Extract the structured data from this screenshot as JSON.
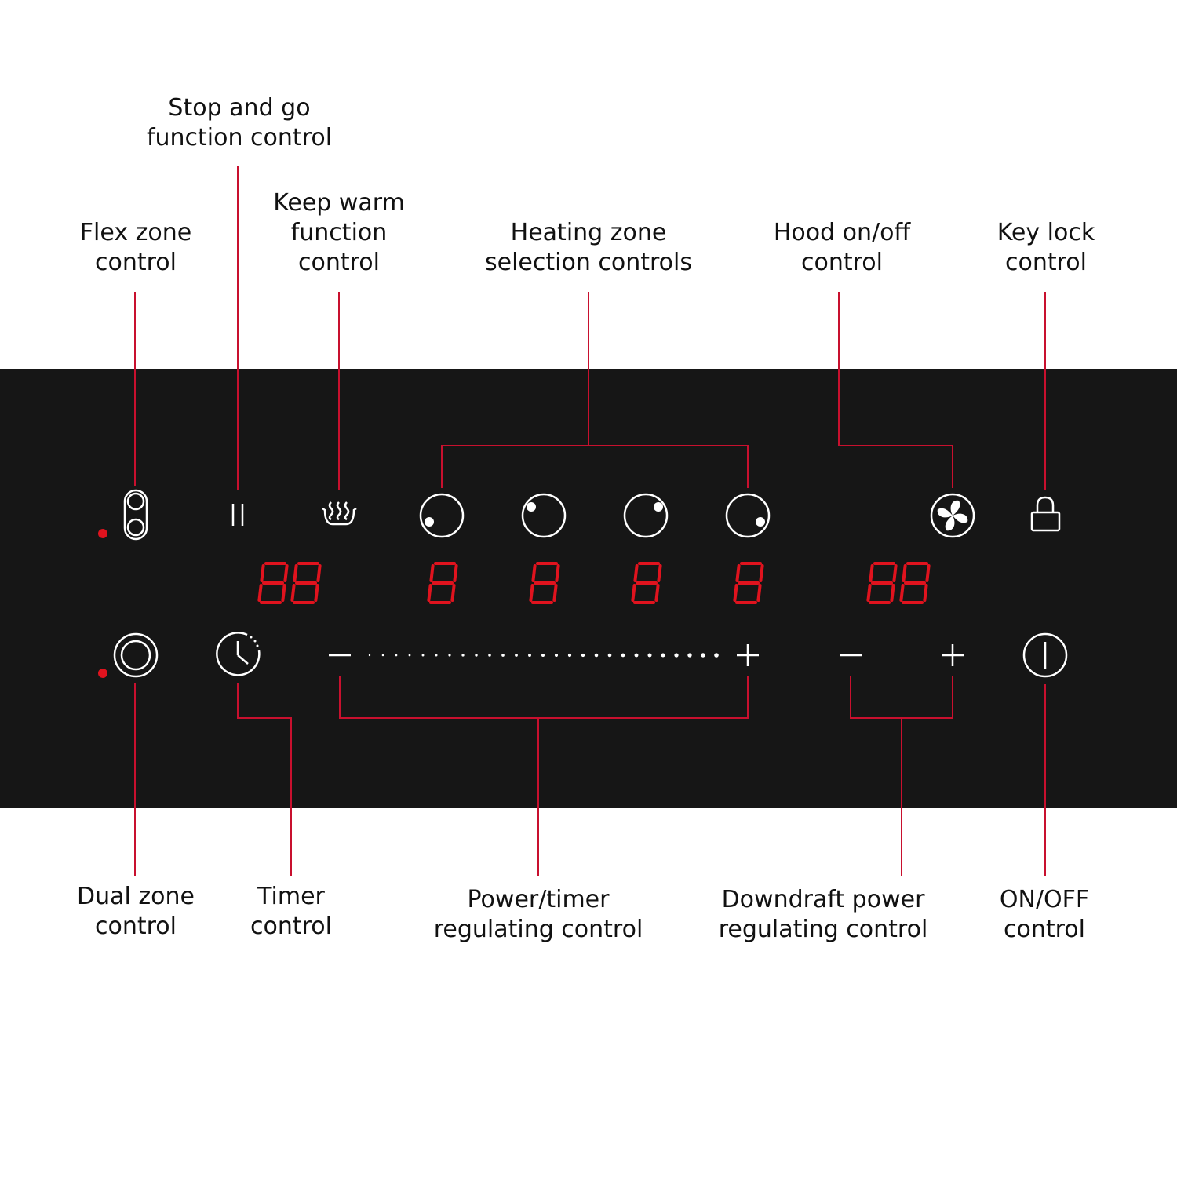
{
  "labels": {
    "stop_go": [
      "Stop and go",
      "function control"
    ],
    "flex_zone": [
      "Flex zone",
      "control"
    ],
    "keep_warm": [
      "Keep warm",
      "function",
      "control"
    ],
    "heating_zone": [
      "Heating zone",
      "selection controls"
    ],
    "hood": [
      "Hood on/off",
      "control"
    ],
    "key_lock": [
      "Key lock",
      "control"
    ],
    "dual_zone": [
      "Dual zone",
      "control"
    ],
    "timer": [
      "Timer",
      "control"
    ],
    "power_timer": [
      "Power/timer",
      "regulating control"
    ],
    "downdraft": [
      "Downdraft power",
      "regulating control"
    ],
    "on_off": [
      "ON/OFF",
      "control"
    ]
  },
  "displays": {
    "left": "88",
    "zone1": "8",
    "zone2": "8",
    "zone3": "8",
    "zone4": "8",
    "right": "88"
  },
  "indicators": {
    "flex_zone_led": "on",
    "dual_zone_led": "on"
  },
  "slider": {
    "minus": "−",
    "plus": "+"
  },
  "downdraft_slider": {
    "minus": "−",
    "plus": "+"
  },
  "colors": {
    "panel": "#161616",
    "leader_line": "#c8102e",
    "digit": "#e0131e",
    "icon": "#ffffff",
    "led": "#e0131e",
    "text": "#111111"
  }
}
